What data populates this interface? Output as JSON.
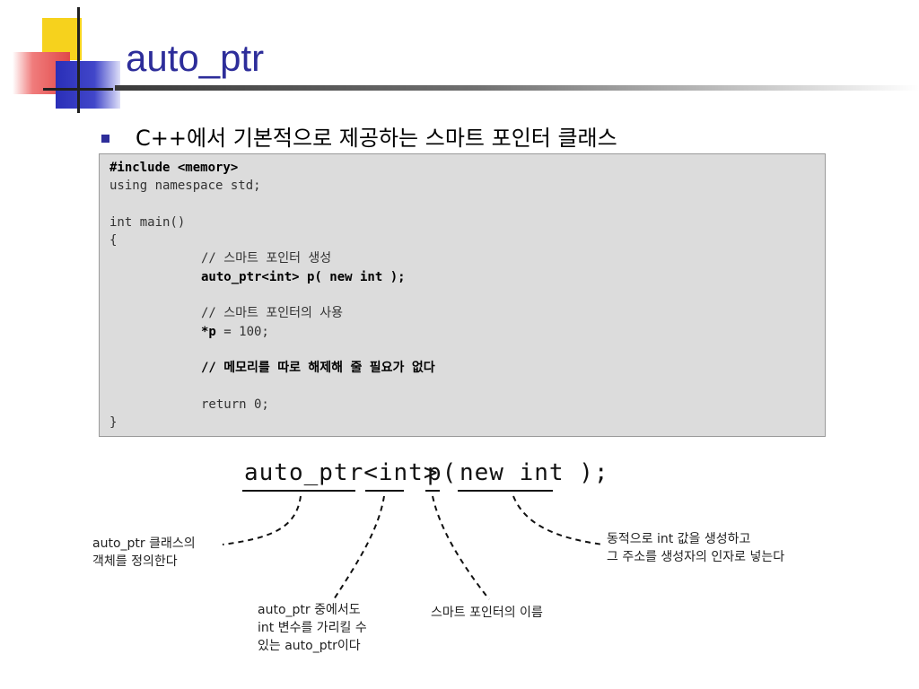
{
  "slide": {
    "title": "auto_ptr",
    "bullet": "C++에서 기본적으로 제공하는 스마트 포인터 클래스"
  },
  "code": {
    "l1": "#include <memory>",
    "l2": "using namespace std;",
    "l4": "int main()",
    "l5": "{",
    "l6": "// 스마트 포인터 생성",
    "l7": "auto_ptr<int> p( new int );",
    "l9": "// 스마트 포인터의 사용",
    "l10_bold": "*p",
    "l10_rest": " = 100;",
    "l12": "// 메모리를 따로 해제해 줄 필요가 없다",
    "l14": "return 0;",
    "l15": "}"
  },
  "diagram": {
    "handwritten": {
      "part1": "auto_ptr<int>",
      "part2": "p(",
      "part3": "new int );"
    },
    "notes": {
      "class_line1": "auto_ptr 클래스의",
      "class_line2": "객체를 정의한다",
      "type_line1": "auto_ptr 중에서도",
      "type_line2": "int 변수를 가리킬 수",
      "type_line3": "있는 auto_ptr이다",
      "name": "스마트 포인터의 이름",
      "alloc_line1": "동적으로 int 값을 생성하고",
      "alloc_line2": "그 주소를 생성자의 인자로 넣는다"
    }
  },
  "colors": {
    "title": "#2d2d9a",
    "code_bg": "#dcdcdc"
  }
}
